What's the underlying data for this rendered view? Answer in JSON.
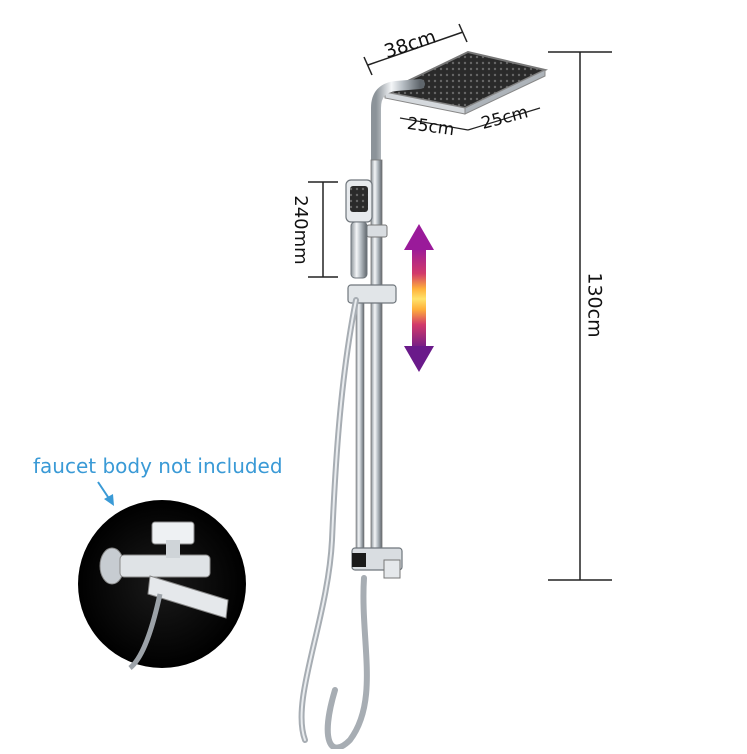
{
  "dimensions": {
    "head_width": "38cm",
    "head_depth_left": "25cm",
    "head_depth_right": "25cm",
    "handheld_length": "240mm",
    "total_height": "130cm"
  },
  "note": "faucet body not included",
  "colors": {
    "chrome": "#c9ced3",
    "chrome_dark": "#6f767c",
    "note_text": "#3a9ad6",
    "arrow_top": "#a01a9a",
    "arrow_bottom": "#6a1a8a",
    "glow": "#ffd84a"
  },
  "icons": [
    "up-down-arrow-icon",
    "pointer-arrow-icon"
  ]
}
